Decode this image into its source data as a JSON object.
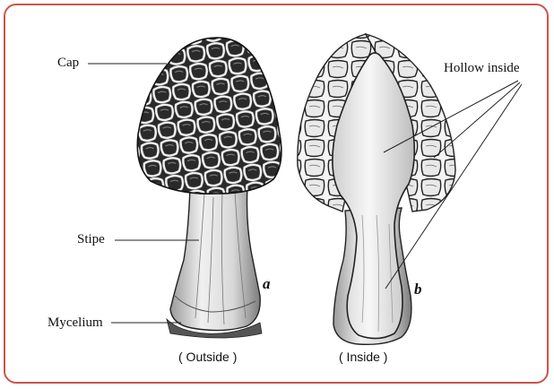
{
  "labels": {
    "cap": "Cap",
    "stipe": "Stipe",
    "mycelium": "Mycelium",
    "hollow_inside": "Hollow inside"
  },
  "figure_letters": {
    "outside": "a",
    "inside": "b"
  },
  "captions": {
    "outside": "( Outside )",
    "inside": "( Inside )"
  },
  "colors": {
    "frame_border": "#c8564e",
    "ink": "#111111",
    "cap_dark": "#2a2a2a"
  }
}
